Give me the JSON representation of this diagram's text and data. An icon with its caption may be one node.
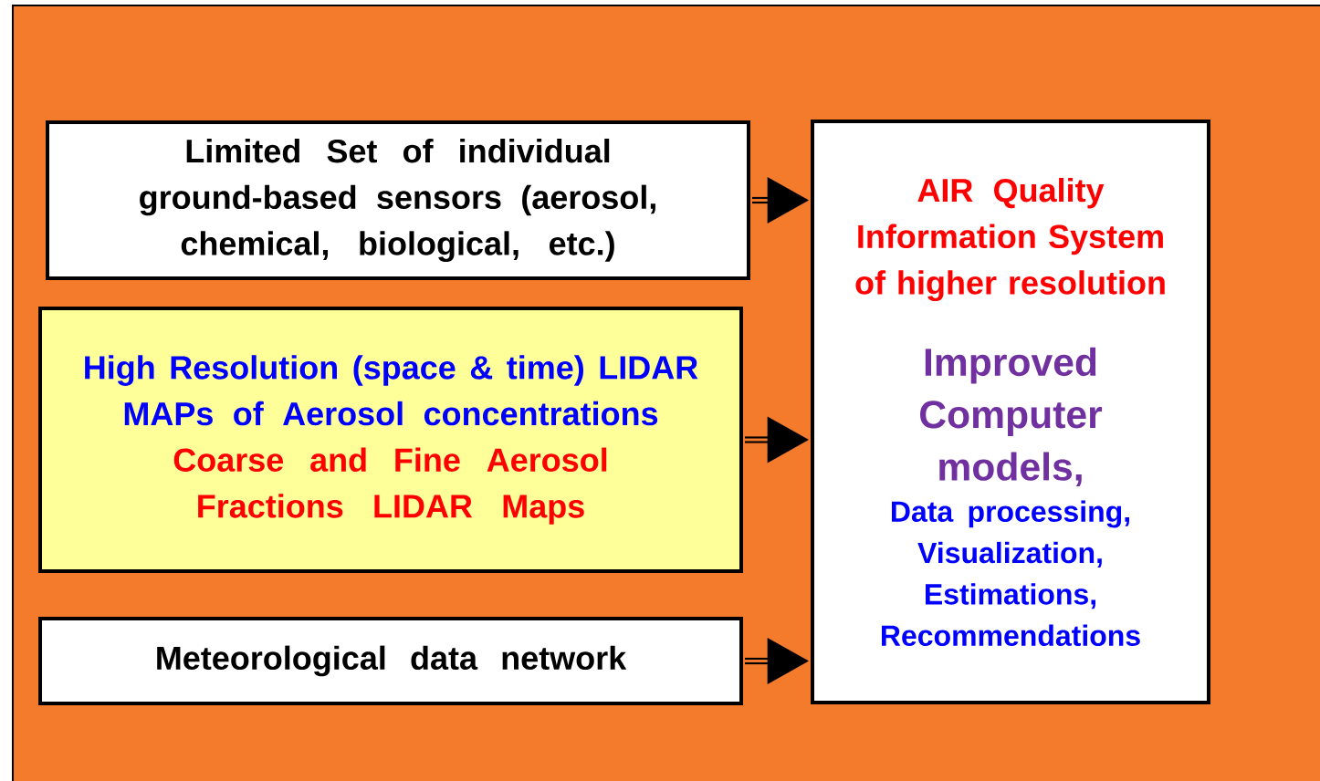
{
  "diagram": {
    "nodes": [
      {
        "text": [
          "Limited Set of individual ground-based sensors (aerosol, chemical, biological, etc.)"
        ]
      },
      {
        "text": [
          "High Resolution (space & time) LIDAR MAPs of Aerosol concentrations",
          "Coarse and Fine Aerosol Fractions LIDAR Maps"
        ]
      },
      {
        "text": [
          "Meteorological data network"
        ]
      },
      {
        "text": [
          "AIR Quality Information System of higher resolution",
          "Improved Computer models,",
          "Data processing, Visualization, Estimations, Recommendations"
        ]
      }
    ],
    "edges": [
      {
        "from": 0,
        "to": 3,
        "arrow": "to"
      },
      {
        "from": 1,
        "to": 3,
        "arrow": "to"
      },
      {
        "from": 2,
        "to": 3,
        "arrow": "to"
      }
    ]
  }
}
